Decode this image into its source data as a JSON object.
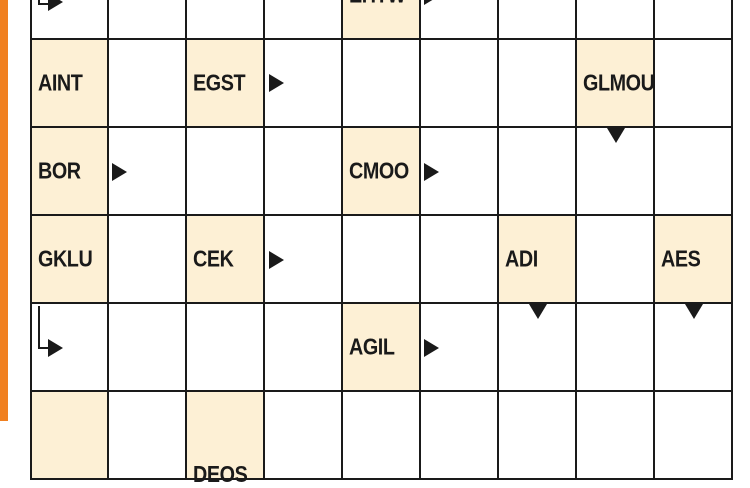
{
  "puzzle": {
    "type": "arrowword-anagram",
    "colors": {
      "accent_stripe": "#f08020",
      "clue_fill": "#fdf0d5",
      "grid_line": "#1a1a1a"
    },
    "top_partial_clue": "EHTW",
    "rows": [
      {
        "cells": [
          {
            "col": 0,
            "clue": "AINT"
          },
          {
            "col": 2,
            "clue": "EGST"
          },
          {
            "col": 7,
            "clue": "GLMOU"
          }
        ]
      },
      {
        "cells": [
          {
            "col": 0,
            "clue": "BOR"
          },
          {
            "col": 4,
            "clue": "CMOO"
          }
        ]
      },
      {
        "cells": [
          {
            "col": 0,
            "clue": "GKLU"
          },
          {
            "col": 2,
            "clue": "CEK"
          },
          {
            "col": 6,
            "clue": "ADI"
          },
          {
            "col": 8,
            "clue": "AES"
          }
        ]
      },
      {
        "cells": [
          {
            "col": 4,
            "clue": "AGIL"
          }
        ]
      }
    ],
    "bottom_partial_clue": "DEOS"
  }
}
